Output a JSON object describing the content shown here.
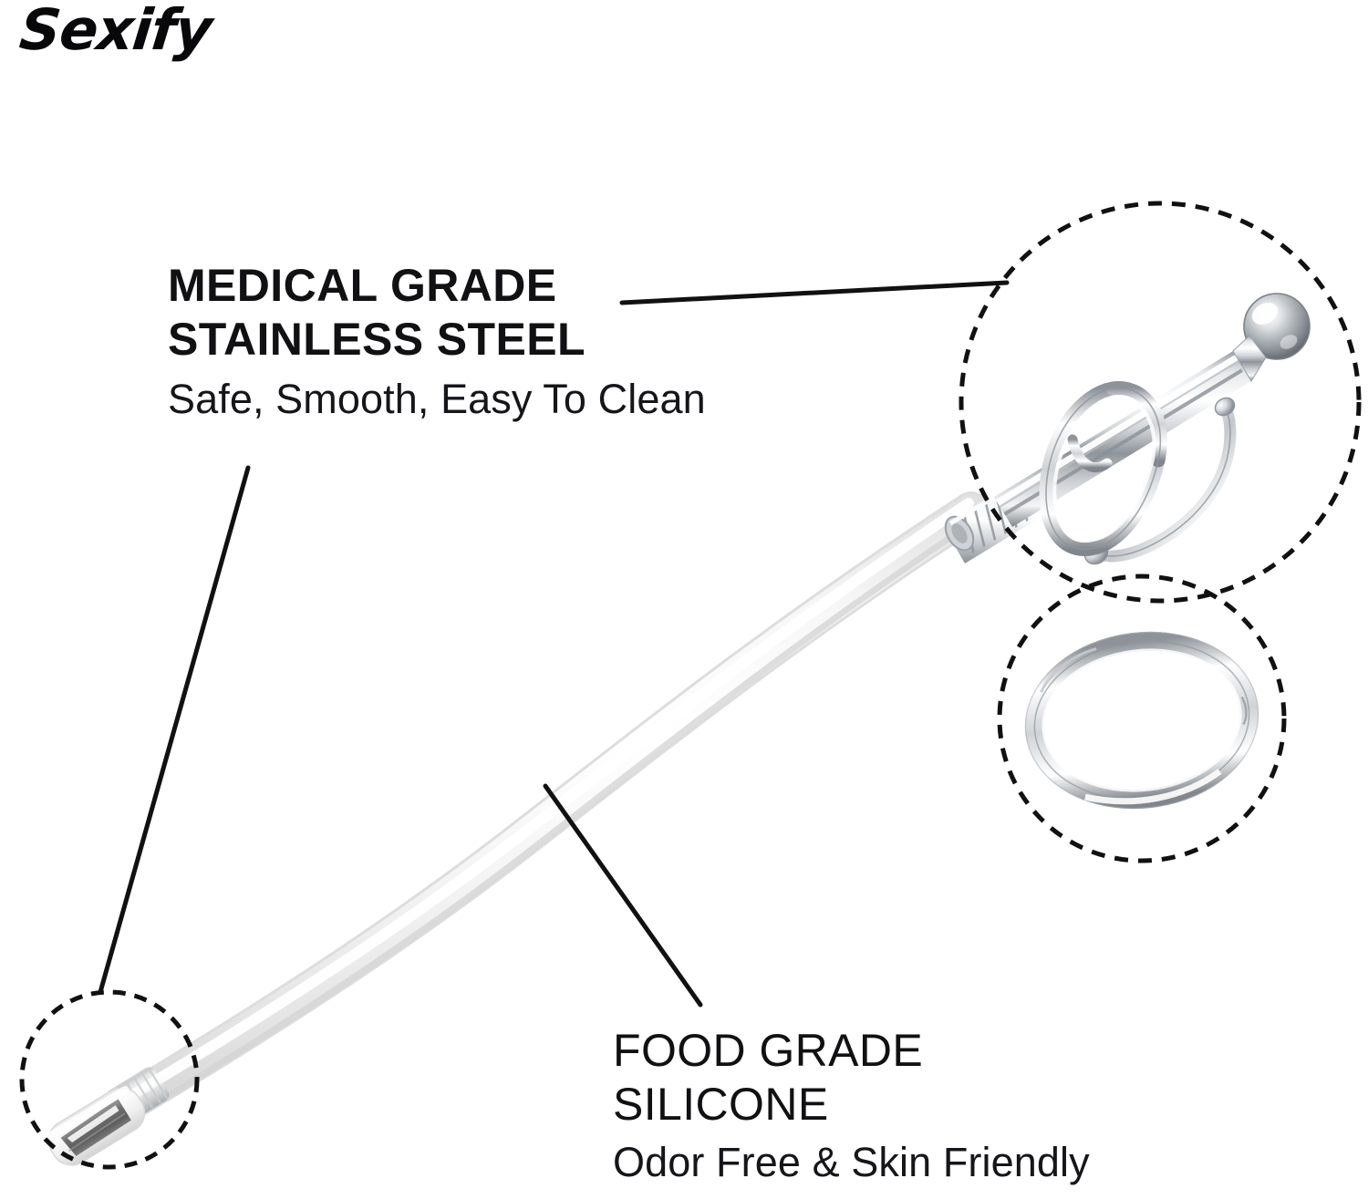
{
  "brand": {
    "name": "Sexify"
  },
  "callouts": [
    {
      "id": "medical-grade-stainless-steel",
      "headline_line1": "MEDICAL GRADE",
      "headline_line2": "STAINLESS STEEL",
      "subtitle": "Safe, Smooth, Easy To Clean"
    },
    {
      "id": "food-grade-silicone",
      "headline_line1": "FOOD GRADE",
      "headline_line2": "SILICONE",
      "subtitle": "Odor Free & Skin Friendly"
    }
  ],
  "product": {
    "parts": [
      "stainless-steel-ball-tip",
      "stainless-steel-rod",
      "stainless-steel-glans-ring",
      "stainless-steel-clip",
      "threaded-collar",
      "silicone-tube-shaft",
      "silicone-tip",
      "loose-stainless-steel-ring"
    ]
  },
  "colors": {
    "background": "#ffffff",
    "text": "#111113",
    "leader_line": "#111113",
    "dashed_circle": "#111113",
    "metal_light": "#fdfdfd",
    "metal_mid": "#c9ccd1",
    "metal_dark": "#6e7479",
    "silicone_light": "#fbfbfb",
    "silicone_mid": "#ececec",
    "silicone_edge": "#dcdcdc"
  }
}
